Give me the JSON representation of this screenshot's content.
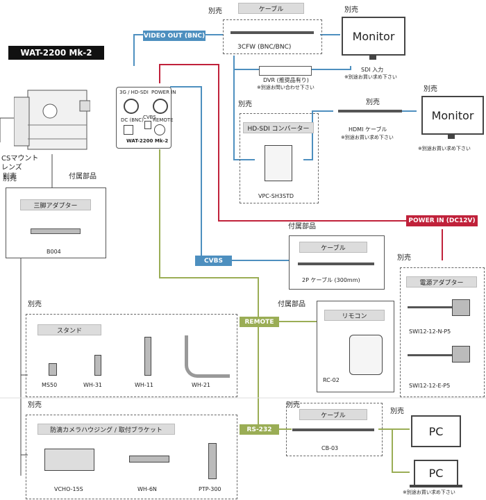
{
  "colors": {
    "blue": "#4d8fbf",
    "red": "#c0213a",
    "olive": "#9aad55",
    "black": "#111111"
  },
  "title": "WAT-2200 Mk-2",
  "lens": "CSマウント\nレンズ",
  "lens_sold": "別売",
  "tags": {
    "video_out": "VIDEO OUT (BNC)",
    "power_in": "POWER IN (DC12V)",
    "cvbs": "CVBS",
    "remote": "REMOTE",
    "rs232": "RS-232"
  },
  "cable_top": {
    "label": "ケーブル",
    "sold": "別売",
    "name": "3CFW (BNC/BNC)"
  },
  "monitor1": {
    "sold": "別売",
    "text": "Monitor",
    "caption": "SDI 入力",
    "note": "※別途お買い求め下さい"
  },
  "dvr": {
    "name": "DVR (推奨品有り)",
    "note": "※別途お問い合わせ下さい"
  },
  "converter": {
    "sold": "別売",
    "label": "HD-SDI コンバーター",
    "name": "VPC-SH3STD"
  },
  "hdmi": {
    "sold": "別売",
    "name": "HDMI ケーブル",
    "note": "※別途お買い求め下さい"
  },
  "monitor2": {
    "sold": "別売",
    "text": "Monitor",
    "note": "※別途お買い求め下さい"
  },
  "camera_back": {
    "sdi": "3G / HD-SDI",
    "power": "POWER IN",
    "cvbs": "CVBS",
    "dc": "DC (BNC)",
    "remote": "REMOTE",
    "model": "WAT-2200 Mk-2"
  },
  "tripod": {
    "sold": "別売",
    "accessory": "付属部品",
    "label": "三脚アダプター",
    "name": "B004"
  },
  "cable2p": {
    "accessory": "付属部品",
    "label": "ケーブル",
    "name": "2P ケーブル (300mm)"
  },
  "power_adapter": {
    "sold": "別売",
    "label": "電源アダプター",
    "names": [
      "SWI12-12-N-P5",
      "SWI12-12-E-P5"
    ]
  },
  "stand": {
    "sold": "別売",
    "label": "スタンド",
    "names": [
      "MS50",
      "WH-31",
      "WH-11",
      "WH-21"
    ]
  },
  "remote_ctrl": {
    "accessory": "付属部品",
    "label": "リモコン",
    "name": "RC-02"
  },
  "housing": {
    "sold": "別売",
    "label": "防滴カメラハウジング / 取付ブラケット",
    "names": [
      "VCHO-15S",
      "WH-6N",
      "PTP-300"
    ]
  },
  "cable_cb": {
    "sold": "別売",
    "label": "ケーブル",
    "name": "CB-03"
  },
  "pc": {
    "sold": "別売",
    "text1": "PC",
    "text2": "PC",
    "note": "※別途お買い求め下さい"
  }
}
